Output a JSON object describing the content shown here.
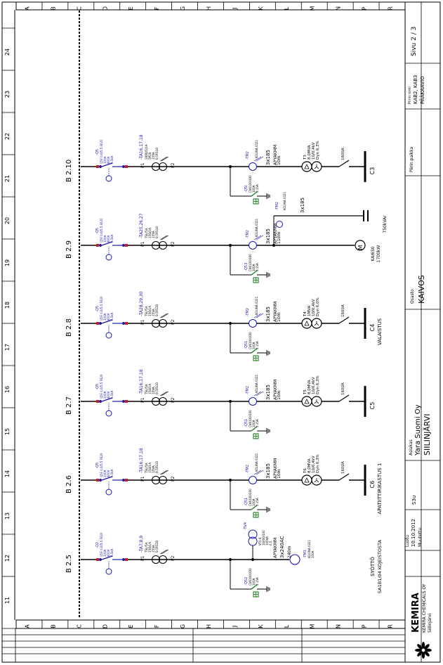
{
  "grid": {
    "columns": [
      "A",
      "B",
      "C",
      "D",
      "E",
      "F",
      "G",
      "H",
      "J",
      "K",
      "L",
      "M",
      "N",
      "P",
      "R"
    ],
    "rows": [
      "24",
      "23",
      "22",
      "21",
      "20",
      "19",
      "18",
      "17",
      "16",
      "15",
      "14",
      "13",
      "12",
      "11"
    ]
  },
  "buses": [
    {
      "id": "B 2.10",
      "breaker": "-Q5",
      "breaker_spec": [
        "Q5F 0.6/5.5 F620",
        "100A",
        "800V",
        "0.5kA"
      ],
      "ct": "-TA16,17,18",
      "ct_spec": [
        "1000/5/1A",
        "5P10",
        "15VA",
        "0,5FS10"
      ],
      "p1": "P1",
      "p2": "P2",
      "relay": "-TM2",
      "relay_spec": "KOLINA 0321",
      "q_earth": "-Q5I",
      "q_earth_spec": [
        "CV6100/300",
        "100A",
        "3,15A"
      ],
      "cable_type": "APYAKMM",
      "cable_size": "3x185",
      "cable_len": "10m",
      "transformer": [
        "T3",
        "8,0MVA",
        "10/0,4kV",
        "Dyn 6,3%"
      ],
      "fuse": "1600A",
      "destination": "C3",
      "label": ""
    },
    {
      "id": "B 2.9",
      "breaker": "-Q5",
      "breaker_spec": [
        "Q5F 0.6/5.5 F620",
        "100A",
        "800V",
        "0.5kA"
      ],
      "ct": "-TA25,26,27",
      "ct_spec": [
        "TSL/5A",
        "150/1A",
        "15VA",
        "0,5FS10"
      ],
      "p1": "P1",
      "p2": "P2",
      "relay": "-TM2",
      "relay_spec": "KOLINA 0321",
      "q_earth": "-Q53",
      "q_earth_spec": [
        "CV6100/300",
        "100A",
        "3,15A"
      ],
      "cable_type": "APYAKMM",
      "cable_size": "3x185",
      "cable_len": "110m",
      "cable2_type": "-TM2",
      "cable2_spec": "KOLINA 0321",
      "cable2_size": "3x185",
      "motor_name": "KAI650",
      "motor_kw": "1700kW",
      "cap": "750kVAr",
      "label": ""
    },
    {
      "id": "B 2.8",
      "breaker": "-Q5",
      "breaker_spec": [
        "Q5F 0.6/5.5 F620",
        "100A",
        "800V",
        "0.5kA"
      ],
      "ct": "-TA28,29,30",
      "ct_spec": [
        "TSL/5A",
        "150/1A",
        "15VA",
        "0,5FS10"
      ],
      "p1": "P1",
      "p2": "P2",
      "relay": "-TM2",
      "relay_spec": "KOLINA 0321",
      "q_earth": "-Q51",
      "q_earth_spec": [
        "CV6100/300",
        "100A",
        "3,15A"
      ],
      "cable_type": "APYAKMM",
      "cable_size": "3x185",
      "cable_len": "10m",
      "transformer": [
        "T4",
        "1MVA",
        "10/0,4kV",
        "Dyn 6,0%"
      ],
      "fuse": "1600A",
      "destination": "C4",
      "label": "VALAISTUS"
    },
    {
      "id": "B 2.7",
      "breaker": "-Q5",
      "breaker_spec": [
        "Q5F 0.6/5.5 F620",
        "100A",
        "800V",
        "0.5kA"
      ],
      "ct": "-TA16,17,18",
      "ct_spec": [
        "TSL/5A",
        "150/1A",
        "15VA",
        "0,5FS10"
      ],
      "p1": "P1",
      "p2": "P2",
      "relay": "-TM2",
      "relay_spec": "KOLINA 0321",
      "q_earth": "-Q51",
      "q_earth_spec": [
        "CV6100/300",
        "100A",
        "3,15A"
      ],
      "cable_type": "APYAKMM",
      "cable_size": "3x185",
      "cable_len": "10m",
      "transformer": [
        "T5",
        "8,0MVA",
        "10/0,4kV",
        "Dyn 6,3%"
      ],
      "fuse": "1600A",
      "destination": "C5",
      "label": ""
    },
    {
      "id": "B 2.6",
      "breaker": "-Q5",
      "breaker_spec": [
        "Q5F 0.6/5.5 F620",
        "100A",
        "800V",
        "0.5kA"
      ],
      "ct": "-TA16,17,18",
      "ct_spec": [
        "TSL/5A",
        "150/1A",
        "15VA",
        "0,5FS10"
      ],
      "p1": "P1",
      "p2": "P2",
      "relay": "-TM2",
      "relay_spec": "KOLINA 0321",
      "q_earth": "-Q51",
      "q_earth_spec": [
        "CV6100/300",
        "100A",
        "3,15A"
      ],
      "cable_type": "APYAKMM",
      "cable_size": "3x185",
      "cable_len": "10m",
      "transformer": [
        "T6",
        "8,0MVA",
        "10/0,4kV",
        "Dyn 6,3%"
      ],
      "fuse": "1600A",
      "destination": "C6",
      "label": "APATIITTIRIKASTUS 1"
    },
    {
      "id": "B 2.5",
      "breaker": "-Q2",
      "breaker_spec": [
        "Q5F 0.6/5.5 F620",
        "100A",
        "800V",
        "0.5kA"
      ],
      "ct": "-TA7,8,9",
      "ct_spec": [
        "TSL/5A",
        "150/1A",
        "15VA",
        "0,5FS10"
      ],
      "p1": "P1",
      "p2": "P2",
      "relay": "-TM1",
      "relay_spec": "KOLINA 0321",
      "q_earth": "-Q52",
      "q_earth_spec": [
        "CV6100/300",
        "100A",
        "3,15A"
      ],
      "cable_type": "APYAKMM",
      "cable_size": "3x240AC",
      "cable_len": "240m",
      "vt": "-TV4",
      "vt_spec": [
        "VT0-4",
        "10000/100",
        "100VA",
        "0,5"
      ],
      "meter": "-TM1",
      "meter_spec": [
        "KOLINA 0321",
        "100A"
      ],
      "label": "SYÖTTÖ",
      "label2": "SA1B1/04 KOJEISTOSTA"
    }
  ],
  "title_block": {
    "sheet": "Sivu 2 / 3",
    "drawing_name_label": "Piirin nimi",
    "drawing_name": "KAB2, KAB3",
    "drawing_type": "PÄÄKAAVIO",
    "position_label": "Piirin paikka",
    "area_label": "Osasto",
    "area": "KAIVOS",
    "designer_label": "Asiakas",
    "company": "Yara Suomi Oy",
    "site": "SIILINJÄRVI",
    "doc_code": "S3u",
    "date_label": "Luotu",
    "date": "10.10.2012",
    "modified_label": "Muutettu",
    "brand": "KEMIRA",
    "brand_sub": "KEMIRA CHEMICALS OY",
    "brand_site": "Siilinjärvi"
  }
}
